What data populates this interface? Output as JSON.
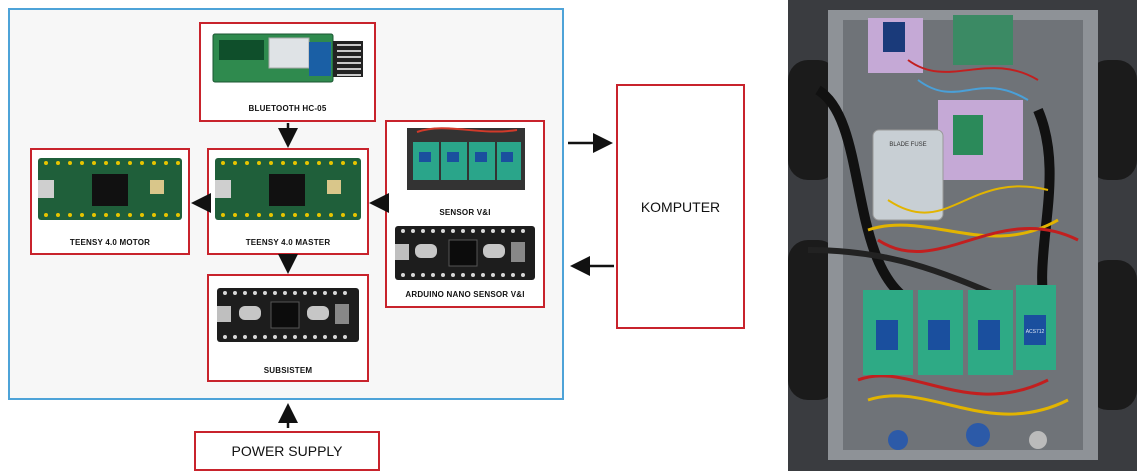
{
  "diagram": {
    "bluetooth": "BLUETOOTH HC-05",
    "teensy_motor": "TEENSY 4.0 MOTOR",
    "teensy_master": "TEENSY 4.0 MASTER",
    "sensor_vi": "SENSOR V&I",
    "arduino_nano": "ARDUINO NANO SENSOR V&I",
    "subsistem": "SUBSISTEM",
    "komputer": "KOMPUTER",
    "power_supply": "POWER SUPPLY",
    "board_labels": {
      "blade_fuse": "BLADE FUSE",
      "sensor_chip": "ACS712"
    }
  },
  "colors": {
    "box_border": "#c8232c",
    "frame_border": "#4ea3d8",
    "teensy_green": "#1f5f3a",
    "arrow": "#111111"
  }
}
